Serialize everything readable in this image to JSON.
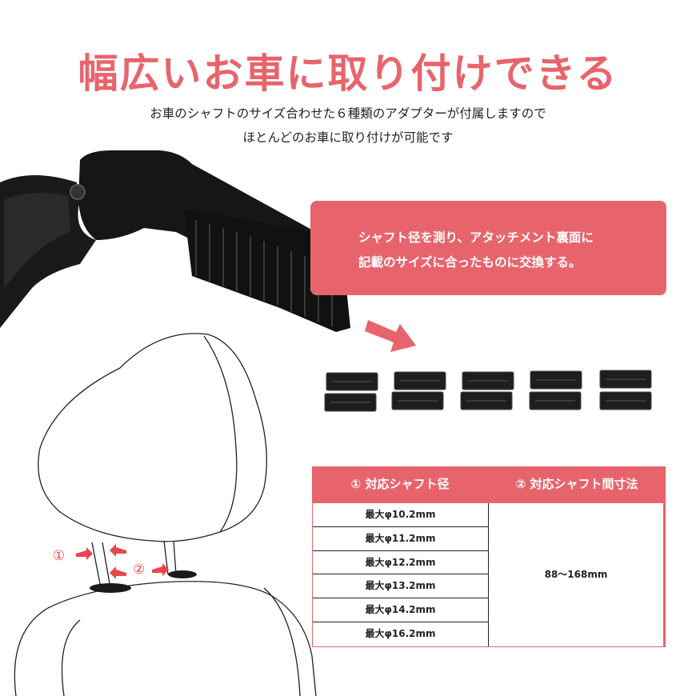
{
  "headline": "幅広いお車に取り付けできる",
  "subtitle": {
    "line1": "お車のシャフトのサイズ合わせた６種類のアダプターが付属しますので",
    "line2": "ほとんどのお車に取り付けが可能です"
  },
  "callout": {
    "line1": "シャフト径を測り、アタッチメント裏面に",
    "line2": "記載のサイズに合ったものに交換する。"
  },
  "markers": {
    "one": "①",
    "two": "②"
  },
  "table": {
    "header_diameter": "① 対応シャフト径",
    "header_spacing": "② 対応シャフト間寸法",
    "diameters": [
      "最大φ10.2mm",
      "最大φ11.2mm",
      "最大φ12.2mm",
      "最大φ13.2mm",
      "最大φ14.2mm",
      "最大φ16.2mm"
    ],
    "spacing": "88〜168mm"
  },
  "colors": {
    "accent": "#e8646c",
    "marker": "#e8464e"
  },
  "icons": [
    "arrow-right-icon"
  ]
}
